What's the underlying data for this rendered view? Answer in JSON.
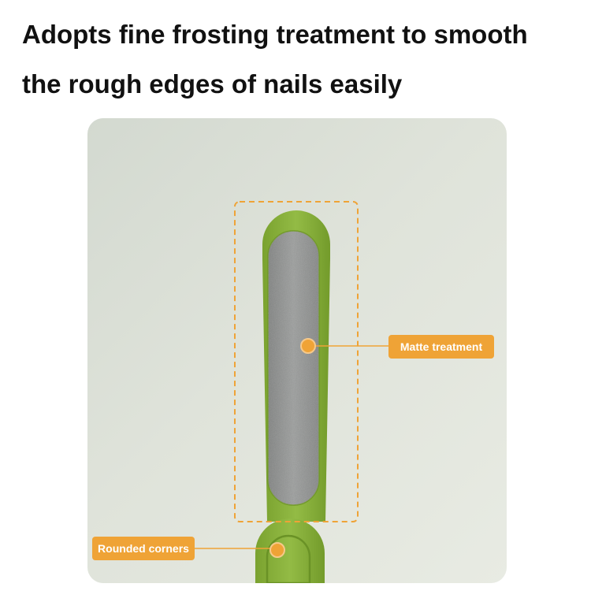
{
  "headline": {
    "line1": "Adopts fine frosting treatment to smooth",
    "line2": "the rough edges of nails easily"
  },
  "callouts": {
    "matte_treatment": "Matte treatment",
    "rounded_corners": "Rounded corners"
  },
  "colors": {
    "headline_text": "#111111",
    "callout_orange": "#efa336",
    "file_handle_green": "#8bb13c",
    "file_surface_grey": "#8d8f8e",
    "background_sage": "#dde1d8"
  }
}
